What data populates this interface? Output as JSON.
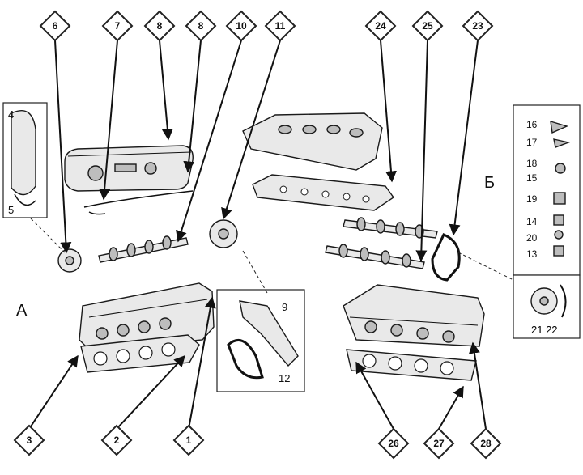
{
  "callouts": {
    "c1": "1",
    "c2": "2",
    "c3": "3",
    "c6": "6",
    "c7": "7",
    "c8a": "8",
    "c8b": "8",
    "c10": "10",
    "c11": "11",
    "c23": "23",
    "c24": "24",
    "c25": "25",
    "c26": "26",
    "c27": "27",
    "c28": "28"
  },
  "labels": {
    "section_a": "А",
    "section_b": "Б",
    "inset_left_top": "4",
    "inset_left_bottom": "5",
    "belt_inset_top": "9",
    "belt_inset_bottom": "12",
    "valve_16": "16",
    "valve_17": "17",
    "valve_18": "18",
    "valve_15": "15",
    "valve_19": "19",
    "valve_14": "14",
    "valve_20": "20",
    "valve_13": "13",
    "gear_inset": "21 22"
  }
}
